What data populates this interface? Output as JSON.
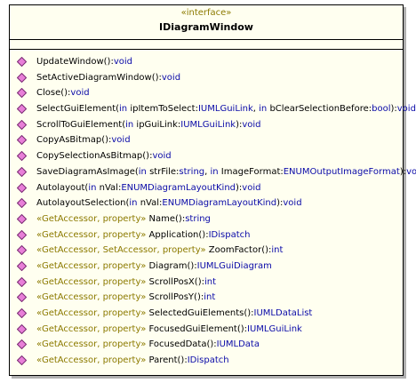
{
  "class": {
    "stereotype": "«interface»",
    "name": "IDiagramWindow",
    "operations": [
      {
        "parts": [
          {
            "t": "UpdateWindow",
            "c": "name"
          },
          {
            "t": "():",
            "c": "name"
          },
          {
            "t": "void",
            "c": "type"
          }
        ]
      },
      {
        "parts": [
          {
            "t": "SetActiveDiagramWindow",
            "c": "name"
          },
          {
            "t": "():",
            "c": "name"
          },
          {
            "t": "void",
            "c": "type"
          }
        ]
      },
      {
        "parts": [
          {
            "t": "Close",
            "c": "name"
          },
          {
            "t": "():",
            "c": "name"
          },
          {
            "t": "void",
            "c": "type"
          }
        ]
      },
      {
        "parts": [
          {
            "t": "SelectGuiElement(",
            "c": "name"
          },
          {
            "t": "in",
            "c": "kw"
          },
          {
            "t": " ipItemToSelect:",
            "c": "name"
          },
          {
            "t": "IUMLGuiLink",
            "c": "type"
          },
          {
            "t": ", ",
            "c": "name"
          },
          {
            "t": "in",
            "c": "kw"
          },
          {
            "t": " bClearSelectionBefore:",
            "c": "name"
          },
          {
            "t": "bool",
            "c": "type"
          },
          {
            "t": "):",
            "c": "name"
          },
          {
            "t": "void",
            "c": "type"
          }
        ]
      },
      {
        "parts": [
          {
            "t": "ScrollToGuiElement(",
            "c": "name"
          },
          {
            "t": "in",
            "c": "kw"
          },
          {
            "t": " ipGuiLink:",
            "c": "name"
          },
          {
            "t": "IUMLGuiLink",
            "c": "type"
          },
          {
            "t": "):",
            "c": "name"
          },
          {
            "t": "void",
            "c": "type"
          }
        ]
      },
      {
        "parts": [
          {
            "t": "CopyAsBitmap",
            "c": "name"
          },
          {
            "t": "():",
            "c": "name"
          },
          {
            "t": "void",
            "c": "type"
          }
        ]
      },
      {
        "parts": [
          {
            "t": "CopySelectionAsBitmap",
            "c": "name"
          },
          {
            "t": "():",
            "c": "name"
          },
          {
            "t": "void",
            "c": "type"
          }
        ]
      },
      {
        "parts": [
          {
            "t": "SaveDiagramAsImage(",
            "c": "name"
          },
          {
            "t": "in",
            "c": "kw"
          },
          {
            "t": " strFile:",
            "c": "name"
          },
          {
            "t": "string",
            "c": "type"
          },
          {
            "t": ", ",
            "c": "name"
          },
          {
            "t": "in",
            "c": "kw"
          },
          {
            "t": " ImageFormat:",
            "c": "name"
          },
          {
            "t": "ENUMOutputImageFormat",
            "c": "type"
          },
          {
            "t": "):",
            "c": "name"
          },
          {
            "t": "void",
            "c": "type"
          }
        ]
      },
      {
        "parts": [
          {
            "t": "Autolayout(",
            "c": "name"
          },
          {
            "t": "in",
            "c": "kw"
          },
          {
            "t": " nVal:",
            "c": "name"
          },
          {
            "t": "ENUMDiagramLayoutKind",
            "c": "type"
          },
          {
            "t": "):",
            "c": "name"
          },
          {
            "t": "void",
            "c": "type"
          }
        ]
      },
      {
        "parts": [
          {
            "t": "AutolayoutSelection(",
            "c": "name"
          },
          {
            "t": "in",
            "c": "kw"
          },
          {
            "t": " nVal:",
            "c": "name"
          },
          {
            "t": "ENUMDiagramLayoutKind",
            "c": "type"
          },
          {
            "t": "):",
            "c": "name"
          },
          {
            "t": "void",
            "c": "type"
          }
        ]
      },
      {
        "parts": [
          {
            "t": "«GetAccessor, property»",
            "c": "stereo"
          },
          {
            "t": " Name():",
            "c": "name"
          },
          {
            "t": "string",
            "c": "type"
          }
        ]
      },
      {
        "parts": [
          {
            "t": "«GetAccessor, property»",
            "c": "stereo"
          },
          {
            "t": " Application():",
            "c": "name"
          },
          {
            "t": "IDispatch",
            "c": "type"
          }
        ]
      },
      {
        "parts": [
          {
            "t": "«GetAccessor, SetAccessor, property»",
            "c": "stereo"
          },
          {
            "t": " ZoomFactor():",
            "c": "name"
          },
          {
            "t": "int",
            "c": "type"
          }
        ]
      },
      {
        "parts": [
          {
            "t": "«GetAccessor, property»",
            "c": "stereo"
          },
          {
            "t": " Diagram():",
            "c": "name"
          },
          {
            "t": "IUMLGuiDiagram",
            "c": "type"
          }
        ]
      },
      {
        "parts": [
          {
            "t": "«GetAccessor, property»",
            "c": "stereo"
          },
          {
            "t": " ScrollPosX():",
            "c": "name"
          },
          {
            "t": "int",
            "c": "type"
          }
        ]
      },
      {
        "parts": [
          {
            "t": "«GetAccessor, property»",
            "c": "stereo"
          },
          {
            "t": " ScrollPosY():",
            "c": "name"
          },
          {
            "t": "int",
            "c": "type"
          }
        ]
      },
      {
        "parts": [
          {
            "t": "«GetAccessor, property»",
            "c": "stereo"
          },
          {
            "t": " SelectedGuiElements():",
            "c": "name"
          },
          {
            "t": "IUMLDataList",
            "c": "type"
          }
        ]
      },
      {
        "parts": [
          {
            "t": "«GetAccessor, property»",
            "c": "stereo"
          },
          {
            "t": " FocusedGuiElement():",
            "c": "name"
          },
          {
            "t": "IUMLGuiLink",
            "c": "type"
          }
        ]
      },
      {
        "parts": [
          {
            "t": "«GetAccessor, property»",
            "c": "stereo"
          },
          {
            "t": " FocusedData():",
            "c": "name"
          },
          {
            "t": "IUMLData",
            "c": "type"
          }
        ]
      },
      {
        "parts": [
          {
            "t": "«GetAccessor, property»",
            "c": "stereo"
          },
          {
            "t": " Parent():",
            "c": "name"
          },
          {
            "t": "IDispatch",
            "c": "type"
          }
        ]
      }
    ]
  },
  "colors": {
    "stereotype": "#8c7a00",
    "type": "#0a0aa8",
    "icon_fill": "#e87fd8",
    "icon_stroke": "#7a2a74"
  },
  "icons": {
    "operation": "public-operation-diamond-icon"
  }
}
